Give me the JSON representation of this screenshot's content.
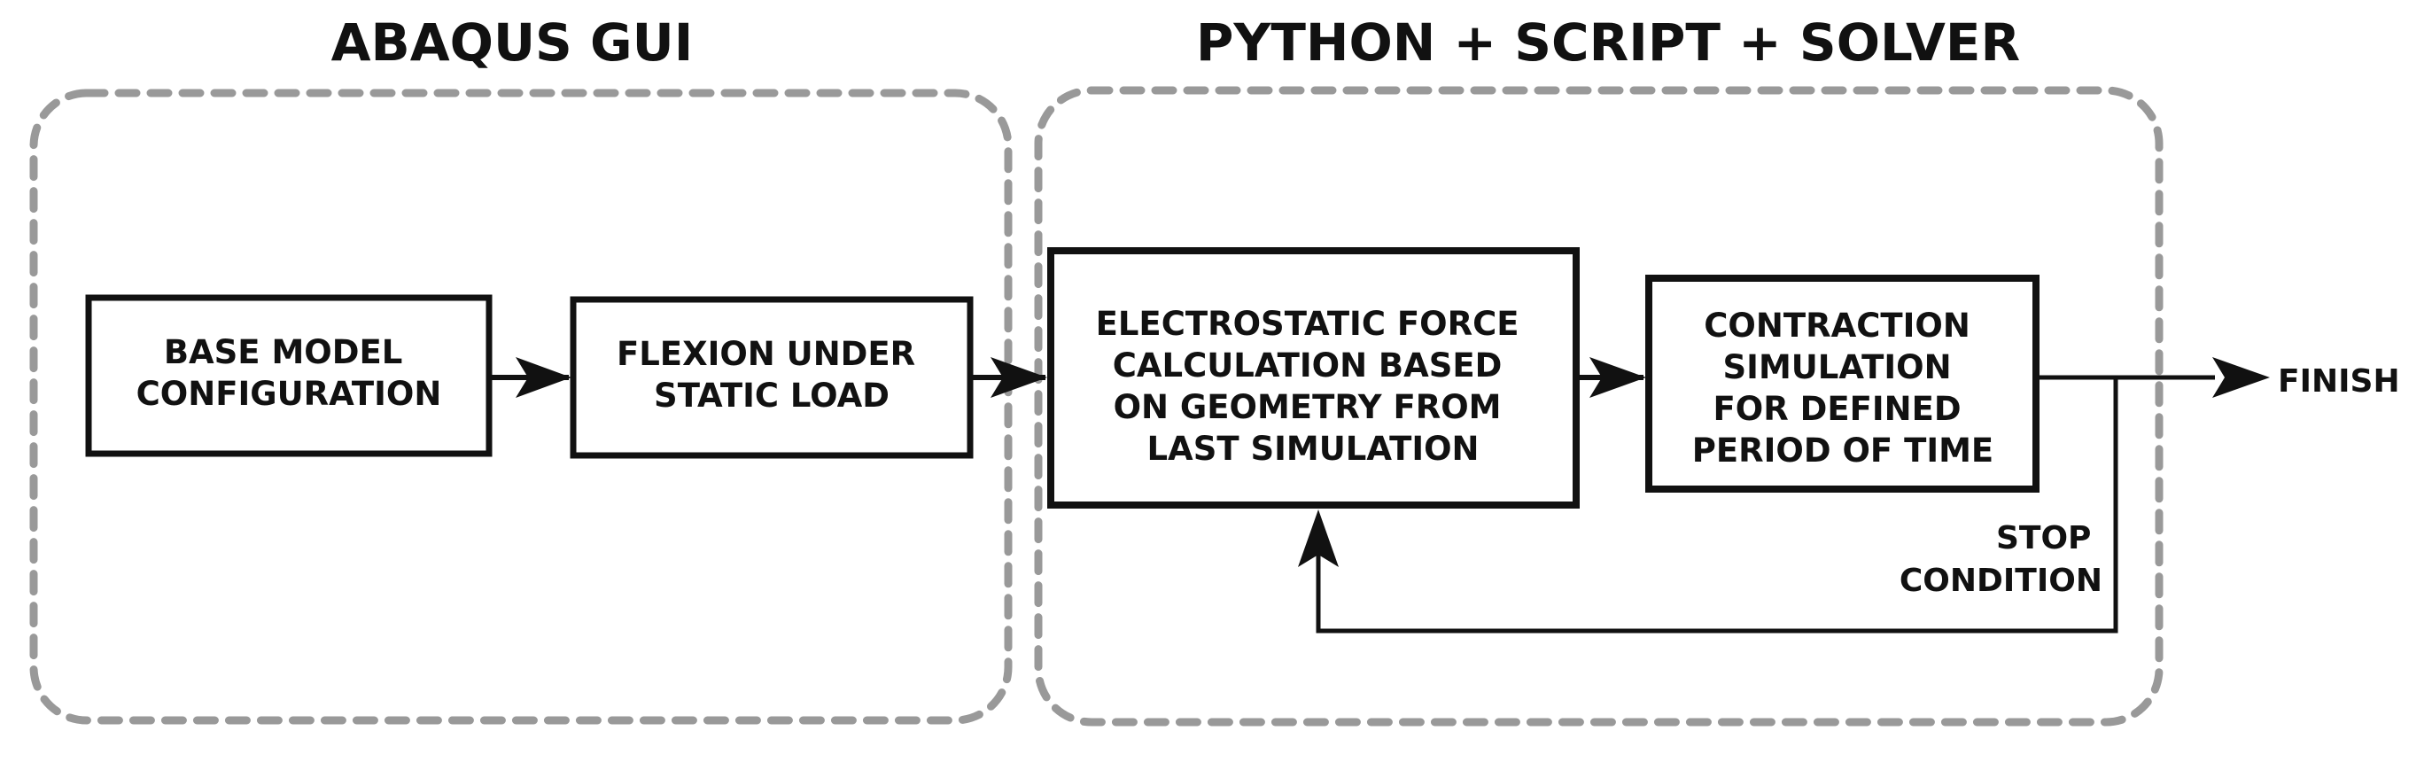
{
  "colors": {
    "stroke": "#111111",
    "group_border": "#999999",
    "background": "#ffffff"
  },
  "groups": [
    {
      "id": "abaqus",
      "title": "ABAQUS GUI"
    },
    {
      "id": "python",
      "title": "PYTHON + SCRIPT + SOLVER"
    }
  ],
  "nodes": {
    "base_model": [
      "BASE MODEL",
      "CONFIGURATION"
    ],
    "flexion": [
      "FLEXION UNDER",
      "STATIC LOAD"
    ],
    "electrostatic": [
      "ELECTROSTATIC FORCE",
      "CALCULATION BASED",
      "ON GEOMETRY FROM",
      "LAST SIMULATION"
    ],
    "contraction": [
      "CONTRACTION",
      "SIMULATION",
      "FOR DEFINED",
      "PERIOD OF TIME"
    ]
  },
  "labels": {
    "finish": "FINISH",
    "stop_condition": [
      "STOP",
      "CONDITION"
    ]
  }
}
